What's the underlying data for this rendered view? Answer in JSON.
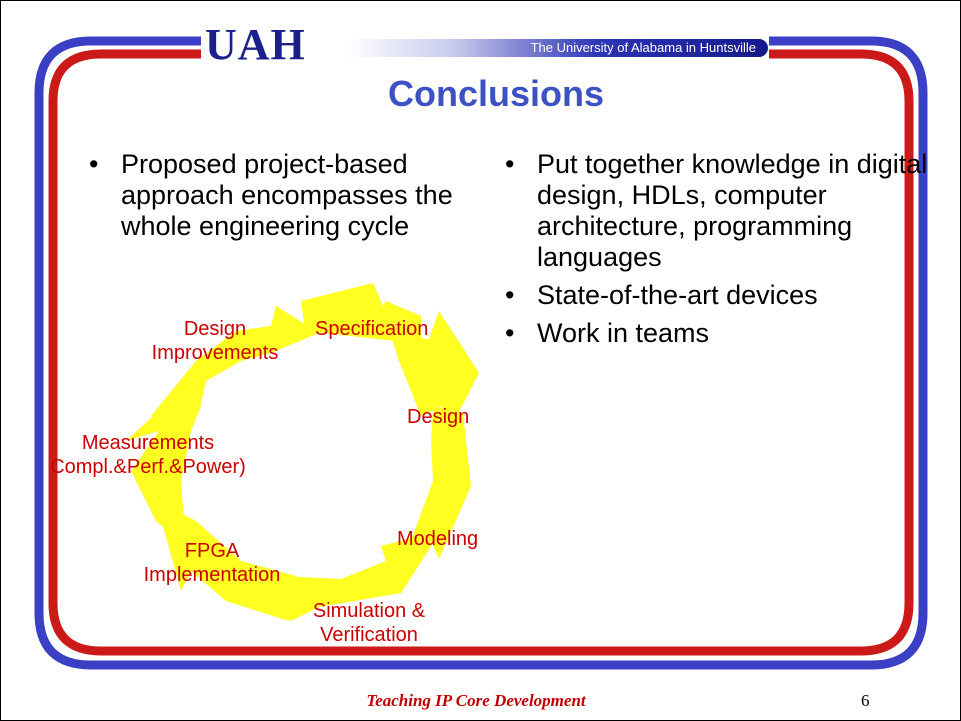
{
  "header": {
    "logo_text": "UAH",
    "banner_text": "The University of Alabama in Huntsville",
    "colors": {
      "blue": "#3a3fc4",
      "red": "#cc0000",
      "title": "#3c52c2"
    }
  },
  "slide": {
    "title": "Conclusions",
    "left_bullets": [
      "Proposed project-based approach encompasses the whole engineering cycle"
    ],
    "right_bullets": [
      "Put together knowledge in digital design, HDLs, computer architecture, programming languages",
      "State-of-the-art devices",
      "Work in teams"
    ],
    "bullet_glyph": "•"
  },
  "cycle": {
    "arrow_color": "#ffff00",
    "label_color": "#cc0000",
    "stages": {
      "specification": "Specification",
      "design": "Design",
      "modeling": "Modeling",
      "simulation_line1": "Simulation &",
      "simulation_line2": "Verification",
      "fpga_line1": "FPGA",
      "fpga_line2": "Implementation",
      "measurements_line1": "Measurements",
      "measurements_line2": "Compl.&Perf.&Power)",
      "improvements_line1": "Design",
      "improvements_line2": "Improvements"
    }
  },
  "footer": {
    "text": "Teaching IP Core Development",
    "page_number": "6"
  }
}
